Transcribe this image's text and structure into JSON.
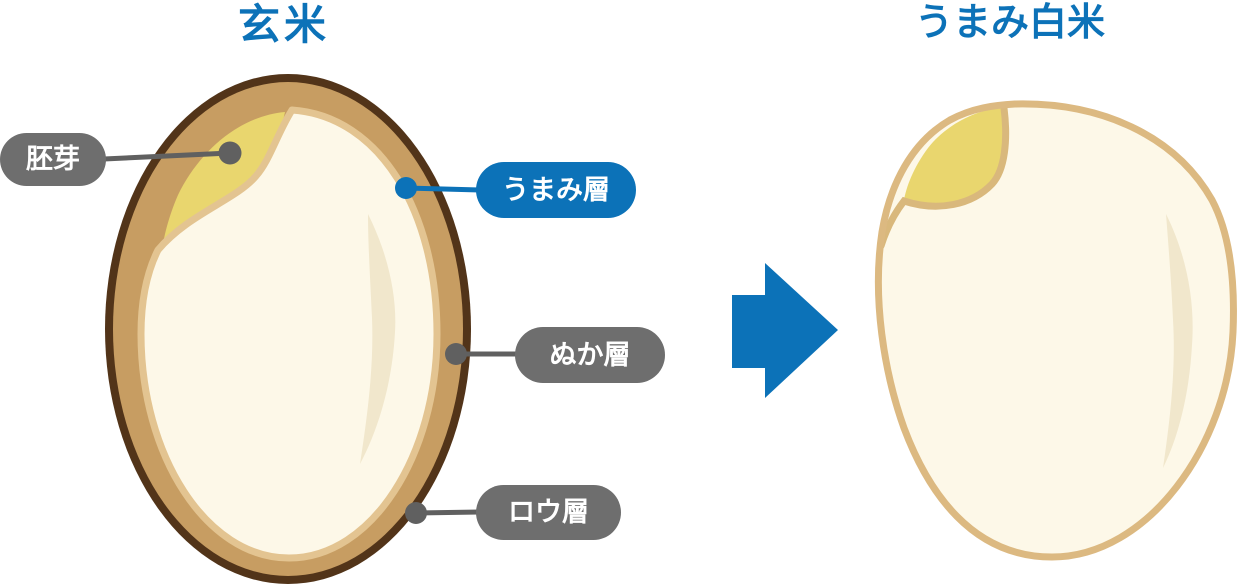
{
  "titles": {
    "left": "玄米",
    "right": "うまみ白米"
  },
  "labels": [
    {
      "id": "germ",
      "text": "胚芽",
      "style": "gray"
    },
    {
      "id": "umami-layer",
      "text": "うまみ層",
      "style": "blue"
    },
    {
      "id": "bran-layer",
      "text": "ぬか層",
      "style": "gray"
    },
    {
      "id": "wax-layer",
      "text": "ロウ層",
      "style": "gray"
    }
  ],
  "arrow": {
    "direction": "right",
    "meaning": "transformation from brown rice to umami white rice"
  },
  "colors": {
    "accent_blue": "#0c72b8",
    "label_gray": "#6e6e6e",
    "connector_gray": "#606060",
    "grain_outline_dark": "#523419",
    "bran_tan": "#c79d62",
    "inner_ring_tan": "#e3c491",
    "rice_cream": "#fdf8e8",
    "germ_yellow": "#e9d66e",
    "white_grain_outline": "#dcb981",
    "highlight_streak": "#f1e7cc",
    "text_white": "#ffffff"
  }
}
